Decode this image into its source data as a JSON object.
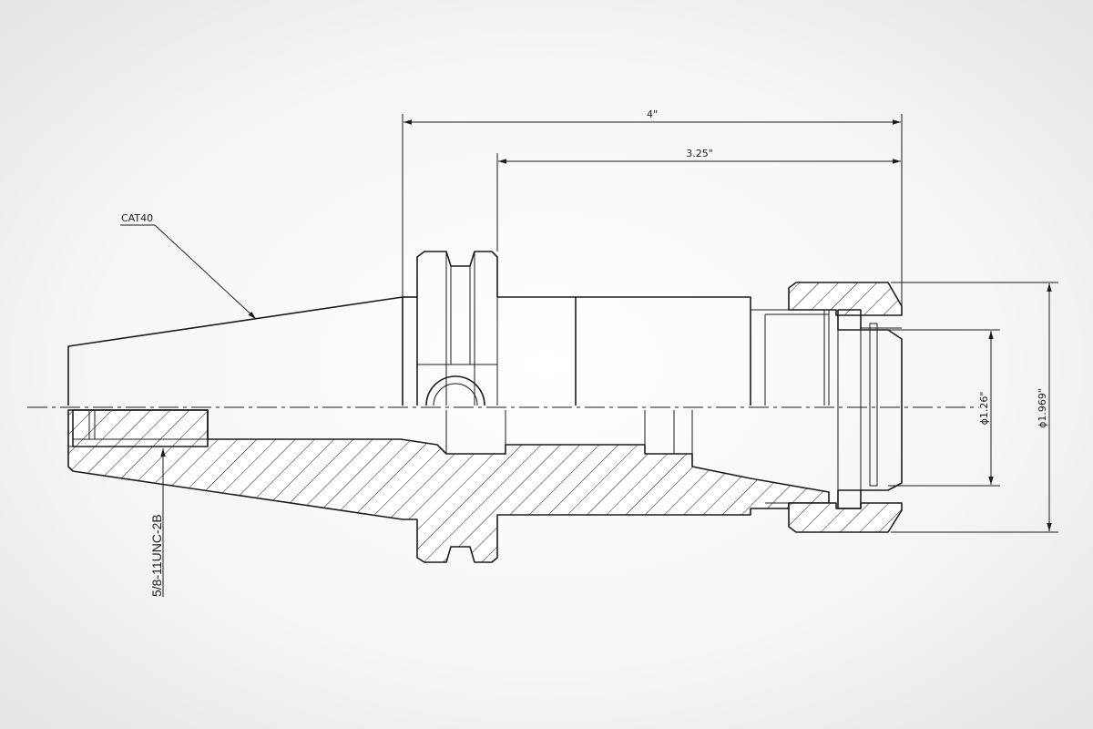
{
  "drawing": {
    "labels": {
      "taper": "CAT40",
      "thread": "5/8-11UNC-2B",
      "overall_length": "4\"",
      "gauge_length": "3.25\"",
      "bore_diameter": "ϕ1.26\"",
      "nut_diameter": "ϕ1.969\""
    }
  }
}
